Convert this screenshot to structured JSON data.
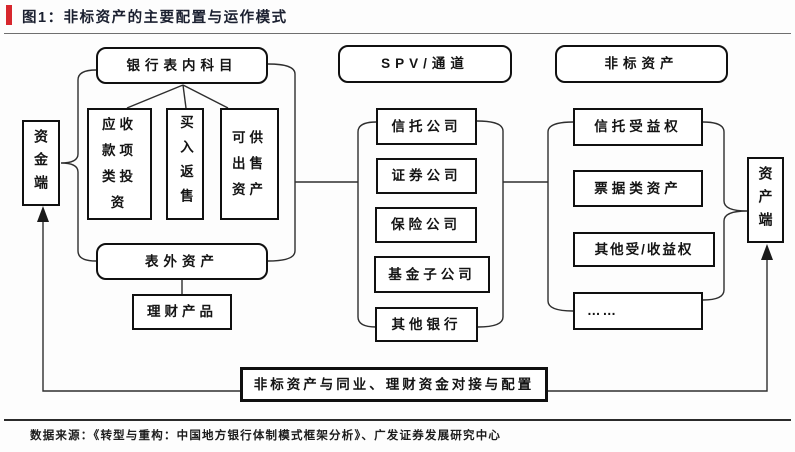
{
  "header": {
    "title": "图1：非标资产的主要配置与运作模式"
  },
  "footer": {
    "source": "数据来源：《转型与重构：中国地方银行体制模式框架分析》、广发证券发展研究中心"
  },
  "colors": {
    "accent_red": "#d7272d",
    "line": "#2e2e2e",
    "box_border": "#101010"
  },
  "diagram": {
    "funding_side": "资金端",
    "asset_side": "资产端",
    "bank_on_balance_sheet": "银行表内科目",
    "receivables_investment": "应收款项类投资",
    "buy_in_resale": "买入返售",
    "available_for_sale_assets": "可供出售资产",
    "off_balance_sheet_assets": "表外资产",
    "wealth_management_products": "理财产品",
    "spv_channel": "SPV/通道",
    "trust_company": "信托公司",
    "securities_company": "证券公司",
    "insurance_company": "保险公司",
    "fund_subsidiary": "基金子公司",
    "other_banks": "其他银行",
    "non_standard_assets": "非标资产",
    "trust_beneficiary_right": "信托受益权",
    "bill_type_assets": "票据类资产",
    "other_beneficiary_rights": "其他受/收益权",
    "ellipsis": "……",
    "bottom_banner": "非标资产与同业、理财资金对接与配置"
  }
}
